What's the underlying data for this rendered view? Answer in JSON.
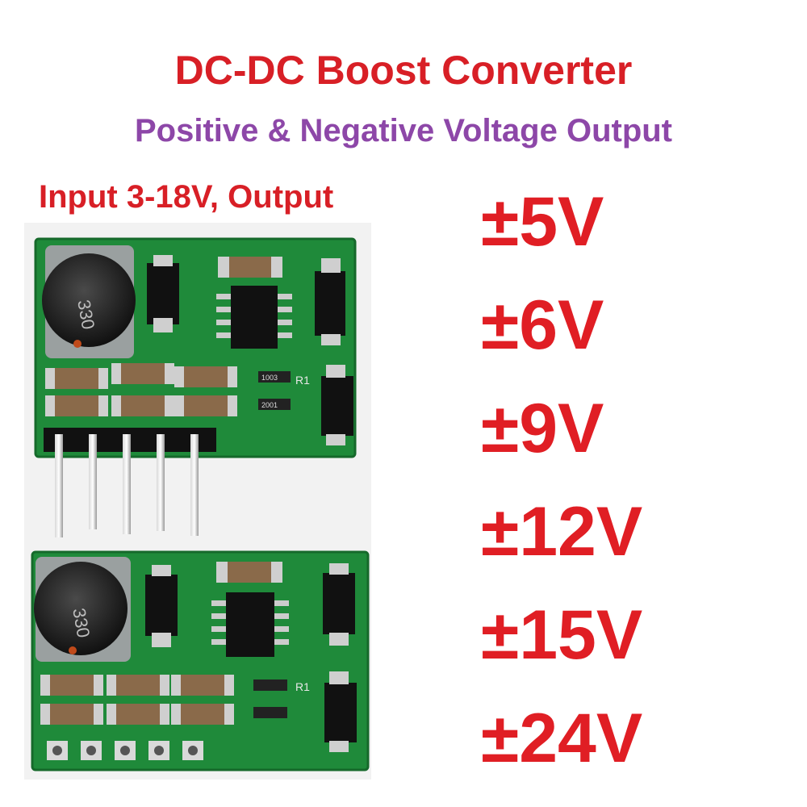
{
  "title": "DC-DC Boost Converter",
  "subtitle": "Positive & Negative Voltage Output",
  "input_line": "Input 3-18V, Output",
  "voltages": [
    "±5V",
    "±6V",
    "±9V",
    "±12V",
    "±15V",
    "±24V"
  ],
  "board_labels": {
    "inductor_code": "330",
    "resistor_label": "R1",
    "resistor_code_a": "1003",
    "resistor_code_b": "2001"
  },
  "colors": {
    "title": "#d81f26",
    "subtitle": "#8d47a8",
    "voltages": "#e01e24",
    "pcb": "#1f8a3a"
  }
}
